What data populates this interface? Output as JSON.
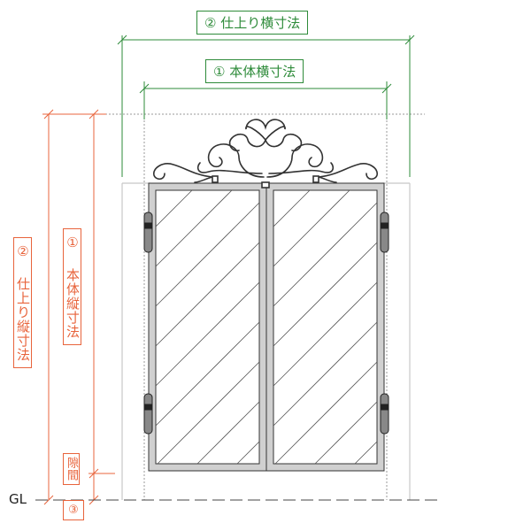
{
  "labels": {
    "finished_width": "② 仕上り横寸法",
    "body_width": "① 本体横寸法",
    "finished_height": "② 仕上り縦寸法",
    "body_height": "① 本体縦寸法",
    "gap_number": "③",
    "gap": "隙間",
    "ground_level": "GL"
  },
  "colors": {
    "width_dimension": "#2e8b3a",
    "height_dimension": "#e8643c",
    "frame": "#c8c8c8",
    "ironwork": "#333333"
  }
}
